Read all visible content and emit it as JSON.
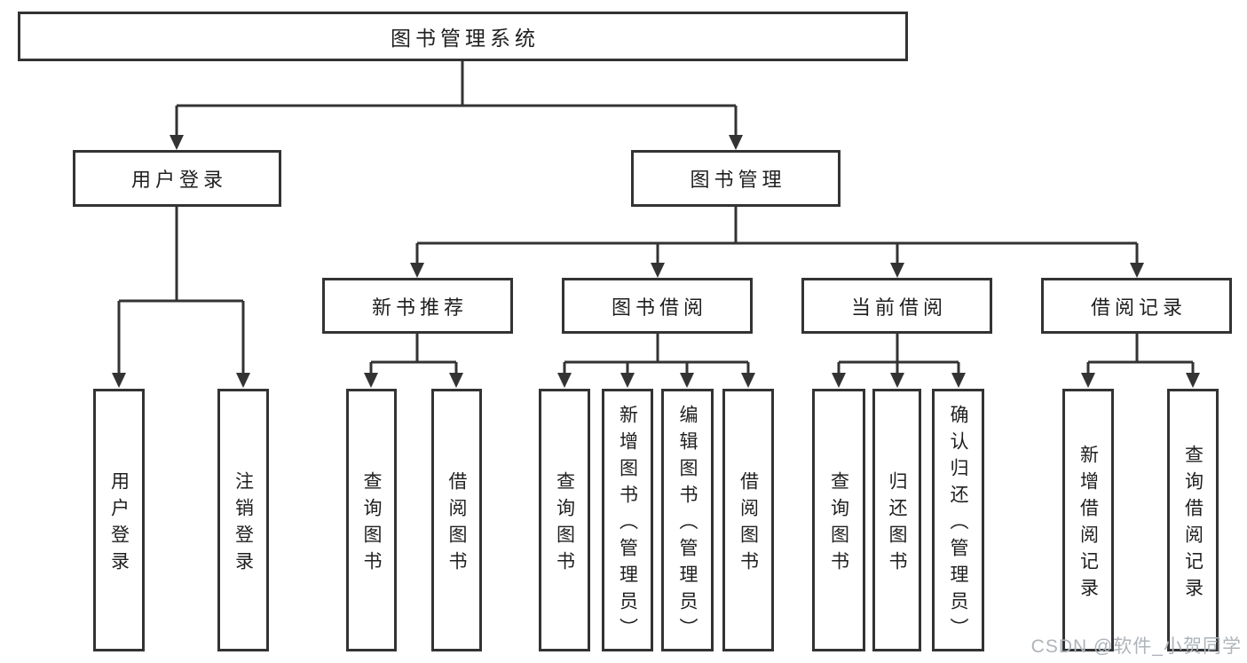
{
  "nodes": {
    "root": "图书管理系统",
    "level2": [
      "用户登录",
      "图书管理"
    ],
    "level3": [
      "新书推荐",
      "图书借阅",
      "当前借阅",
      "借阅记录"
    ],
    "leaves": [
      "用户登录",
      "注销登录",
      "查询图书",
      "借阅图书",
      "查询图书",
      "新增图书（管理员）",
      "编辑图书（管理员）",
      "借阅图书",
      "查询图书",
      "归还图书",
      "确认归还（管理员）",
      "新增借阅记录",
      "查询借阅记录"
    ]
  },
  "watermark": "CSDN @软件_小贺同学",
  "colors": {
    "line": "#333333",
    "border": "#333333",
    "text": "#1f1f1f",
    "watermark": "#aeb4ba",
    "background": "#ffffff"
  }
}
